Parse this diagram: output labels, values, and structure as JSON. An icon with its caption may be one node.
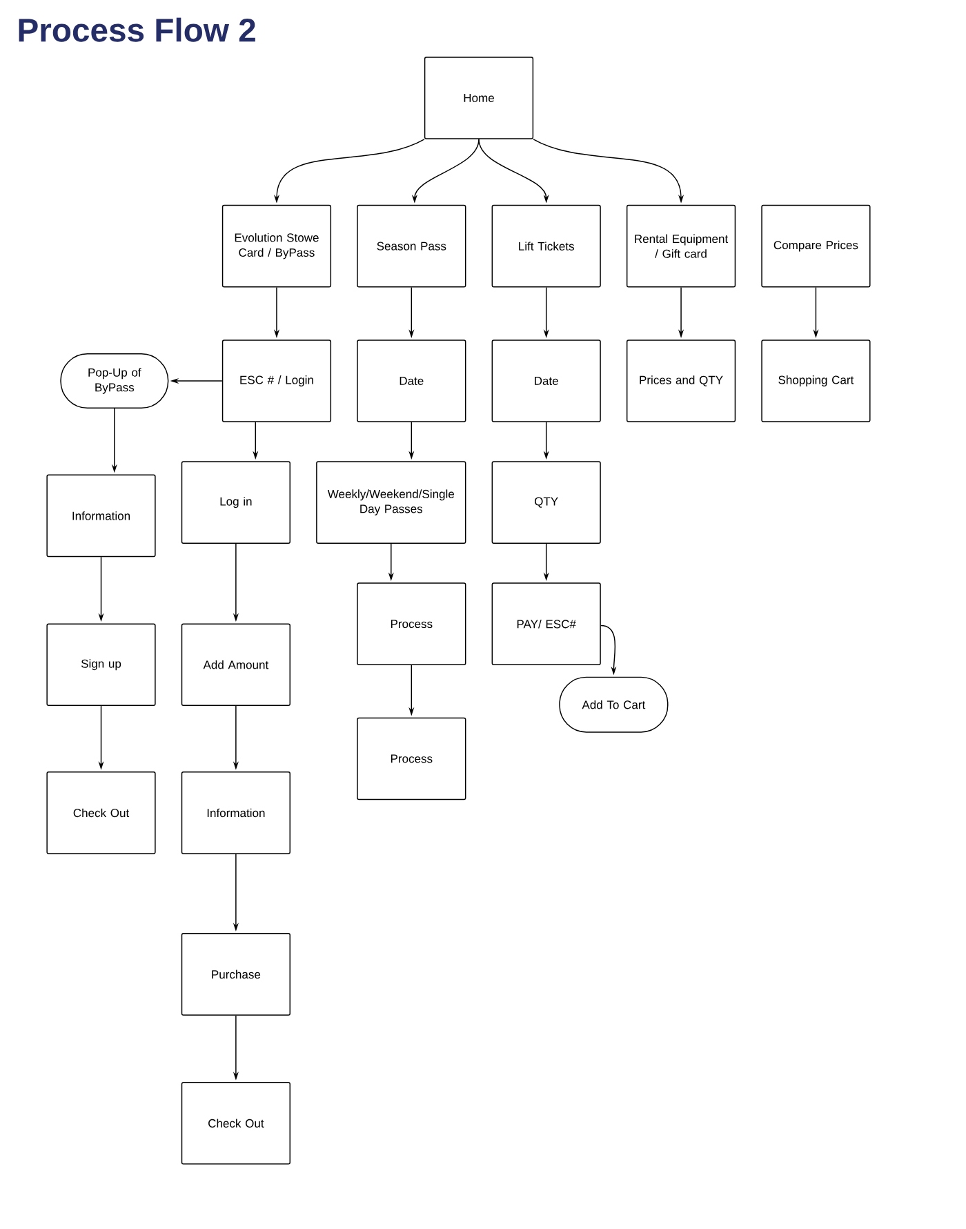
{
  "diagram": {
    "title": "Process Flow 2",
    "nodes": [
      {
        "text": [
          "Home"
        ]
      },
      {
        "text": [
          "Evolution Stowe Card / ByPass"
        ]
      },
      {
        "text": [
          "Season Pass"
        ]
      },
      {
        "text": [
          "Lift Tickets"
        ]
      },
      {
        "text": [
          "Rental Equipment / Gift card"
        ]
      },
      {
        "text": [
          "Compare Prices"
        ]
      },
      {
        "text": [
          "ESC # / Login"
        ]
      },
      {
        "text": [
          "Date"
        ]
      },
      {
        "text": [
          "Date"
        ]
      },
      {
        "text": [
          "Prices and QTY"
        ]
      },
      {
        "text": [
          "Shopping Cart"
        ]
      },
      {
        "text": [
          "Pop-Up of ByPass"
        ]
      },
      {
        "text": [
          "Information"
        ]
      },
      {
        "text": [
          "Log in"
        ]
      },
      {
        "text": [
          "Weekly/Weekend/Single Day Passes"
        ]
      },
      {
        "text": [
          "QTY"
        ]
      },
      {
        "text": [
          "Sign up"
        ]
      },
      {
        "text": [
          "Add Amount"
        ]
      },
      {
        "text": [
          "Process"
        ]
      },
      {
        "text": [
          "PAY/ ESC#"
        ]
      },
      {
        "text": [
          "Add To Cart"
        ]
      },
      {
        "text": [
          "Check Out"
        ]
      },
      {
        "text": [
          "Information"
        ]
      },
      {
        "text": [
          "Process"
        ]
      },
      {
        "text": [
          "Purchase"
        ]
      },
      {
        "text": [
          "Check Out"
        ]
      }
    ],
    "edges": [
      {
        "from": 0,
        "to": 1,
        "arrow": "to"
      },
      {
        "from": 0,
        "to": 2,
        "arrow": "to"
      },
      {
        "from": 0,
        "to": 3,
        "arrow": "to"
      },
      {
        "from": 0,
        "to": 4,
        "arrow": "to"
      },
      {
        "from": 1,
        "to": 6,
        "arrow": "to"
      },
      {
        "from": 2,
        "to": 7,
        "arrow": "to"
      },
      {
        "from": 3,
        "to": 8,
        "arrow": "to"
      },
      {
        "from": 4,
        "to": 9,
        "arrow": "to"
      },
      {
        "from": 5,
        "to": 10,
        "arrow": "to"
      },
      {
        "from": 6,
        "to": 11,
        "arrow": "to"
      },
      {
        "from": 6,
        "to": 13,
        "arrow": "to"
      },
      {
        "from": 7,
        "to": 14,
        "arrow": "to"
      },
      {
        "from": 8,
        "to": 15,
        "arrow": "to"
      },
      {
        "from": 11,
        "to": 12,
        "arrow": "to"
      },
      {
        "from": 12,
        "to": 16,
        "arrow": "to"
      },
      {
        "from": 16,
        "to": 21,
        "arrow": "to"
      },
      {
        "from": 13,
        "to": 17,
        "arrow": "to"
      },
      {
        "from": 17,
        "to": 22,
        "arrow": "to"
      },
      {
        "from": 22,
        "to": 24,
        "arrow": "to"
      },
      {
        "from": 24,
        "to": 25,
        "arrow": "to"
      },
      {
        "from": 14,
        "to": 18,
        "arrow": "to"
      },
      {
        "from": 18,
        "to": 23,
        "arrow": "to"
      },
      {
        "from": 15,
        "to": 19,
        "arrow": "to"
      },
      {
        "from": 19,
        "to": 20,
        "arrow": "to"
      }
    ]
  }
}
